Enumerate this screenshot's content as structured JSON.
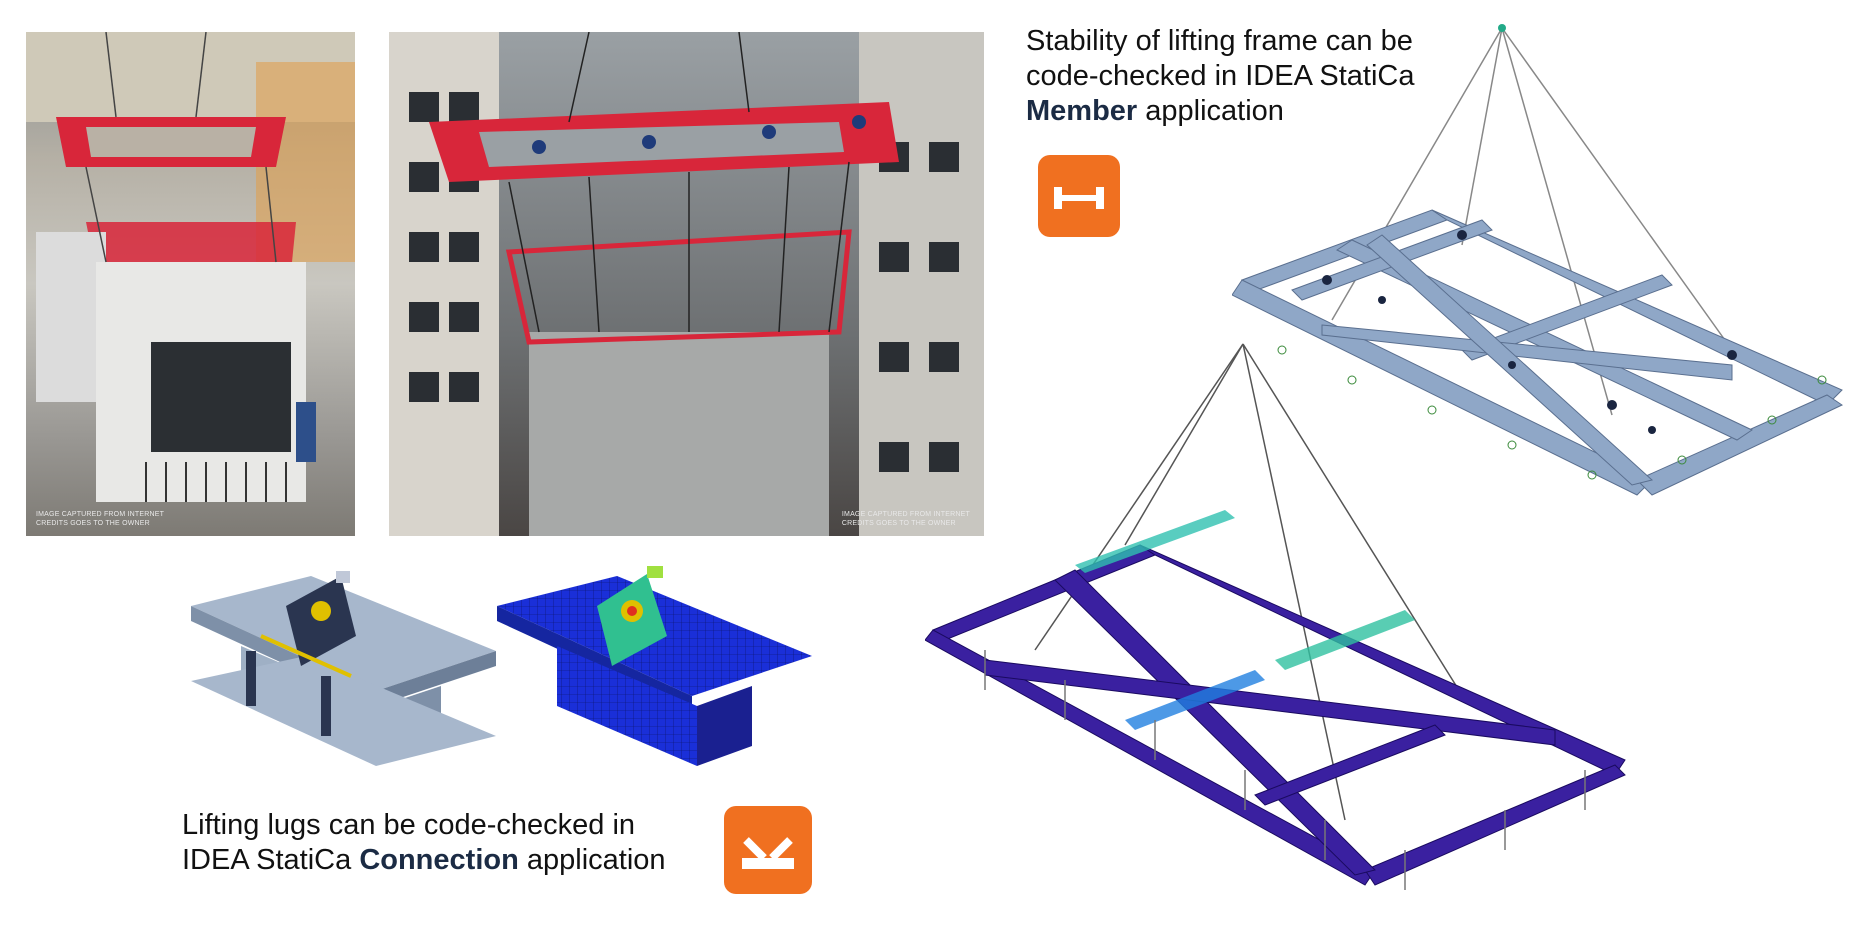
{
  "photos": [
    {
      "caption_line1": "IMAGE CAPTURED FROM INTERNET",
      "caption_line2": "CREDITS GOES TO THE OWNER"
    },
    {
      "caption_line1": "IMAGE CAPTURED FROM INTERNET",
      "caption_line2": "CREDITS GOES TO THE OWNER"
    }
  ],
  "member_text": {
    "line1": "Stability of lifting frame can be",
    "line2": "code-checked in IDEA StatiCa",
    "bold": "Member",
    "line3_rest": " application"
  },
  "connection_text": {
    "line1": "Lifting lugs can be code-checked in",
    "line2_pre": "IDEA StatiCa ",
    "bold": "Connection",
    "line2_rest": " application"
  },
  "icons": {
    "member": "member-app-icon",
    "connection": "connection-app-icon"
  },
  "colors": {
    "accent": "#f07020",
    "bold_text": "#1b2b44",
    "frame_red": "#d8263a",
    "steel": "#8fa7c7"
  }
}
